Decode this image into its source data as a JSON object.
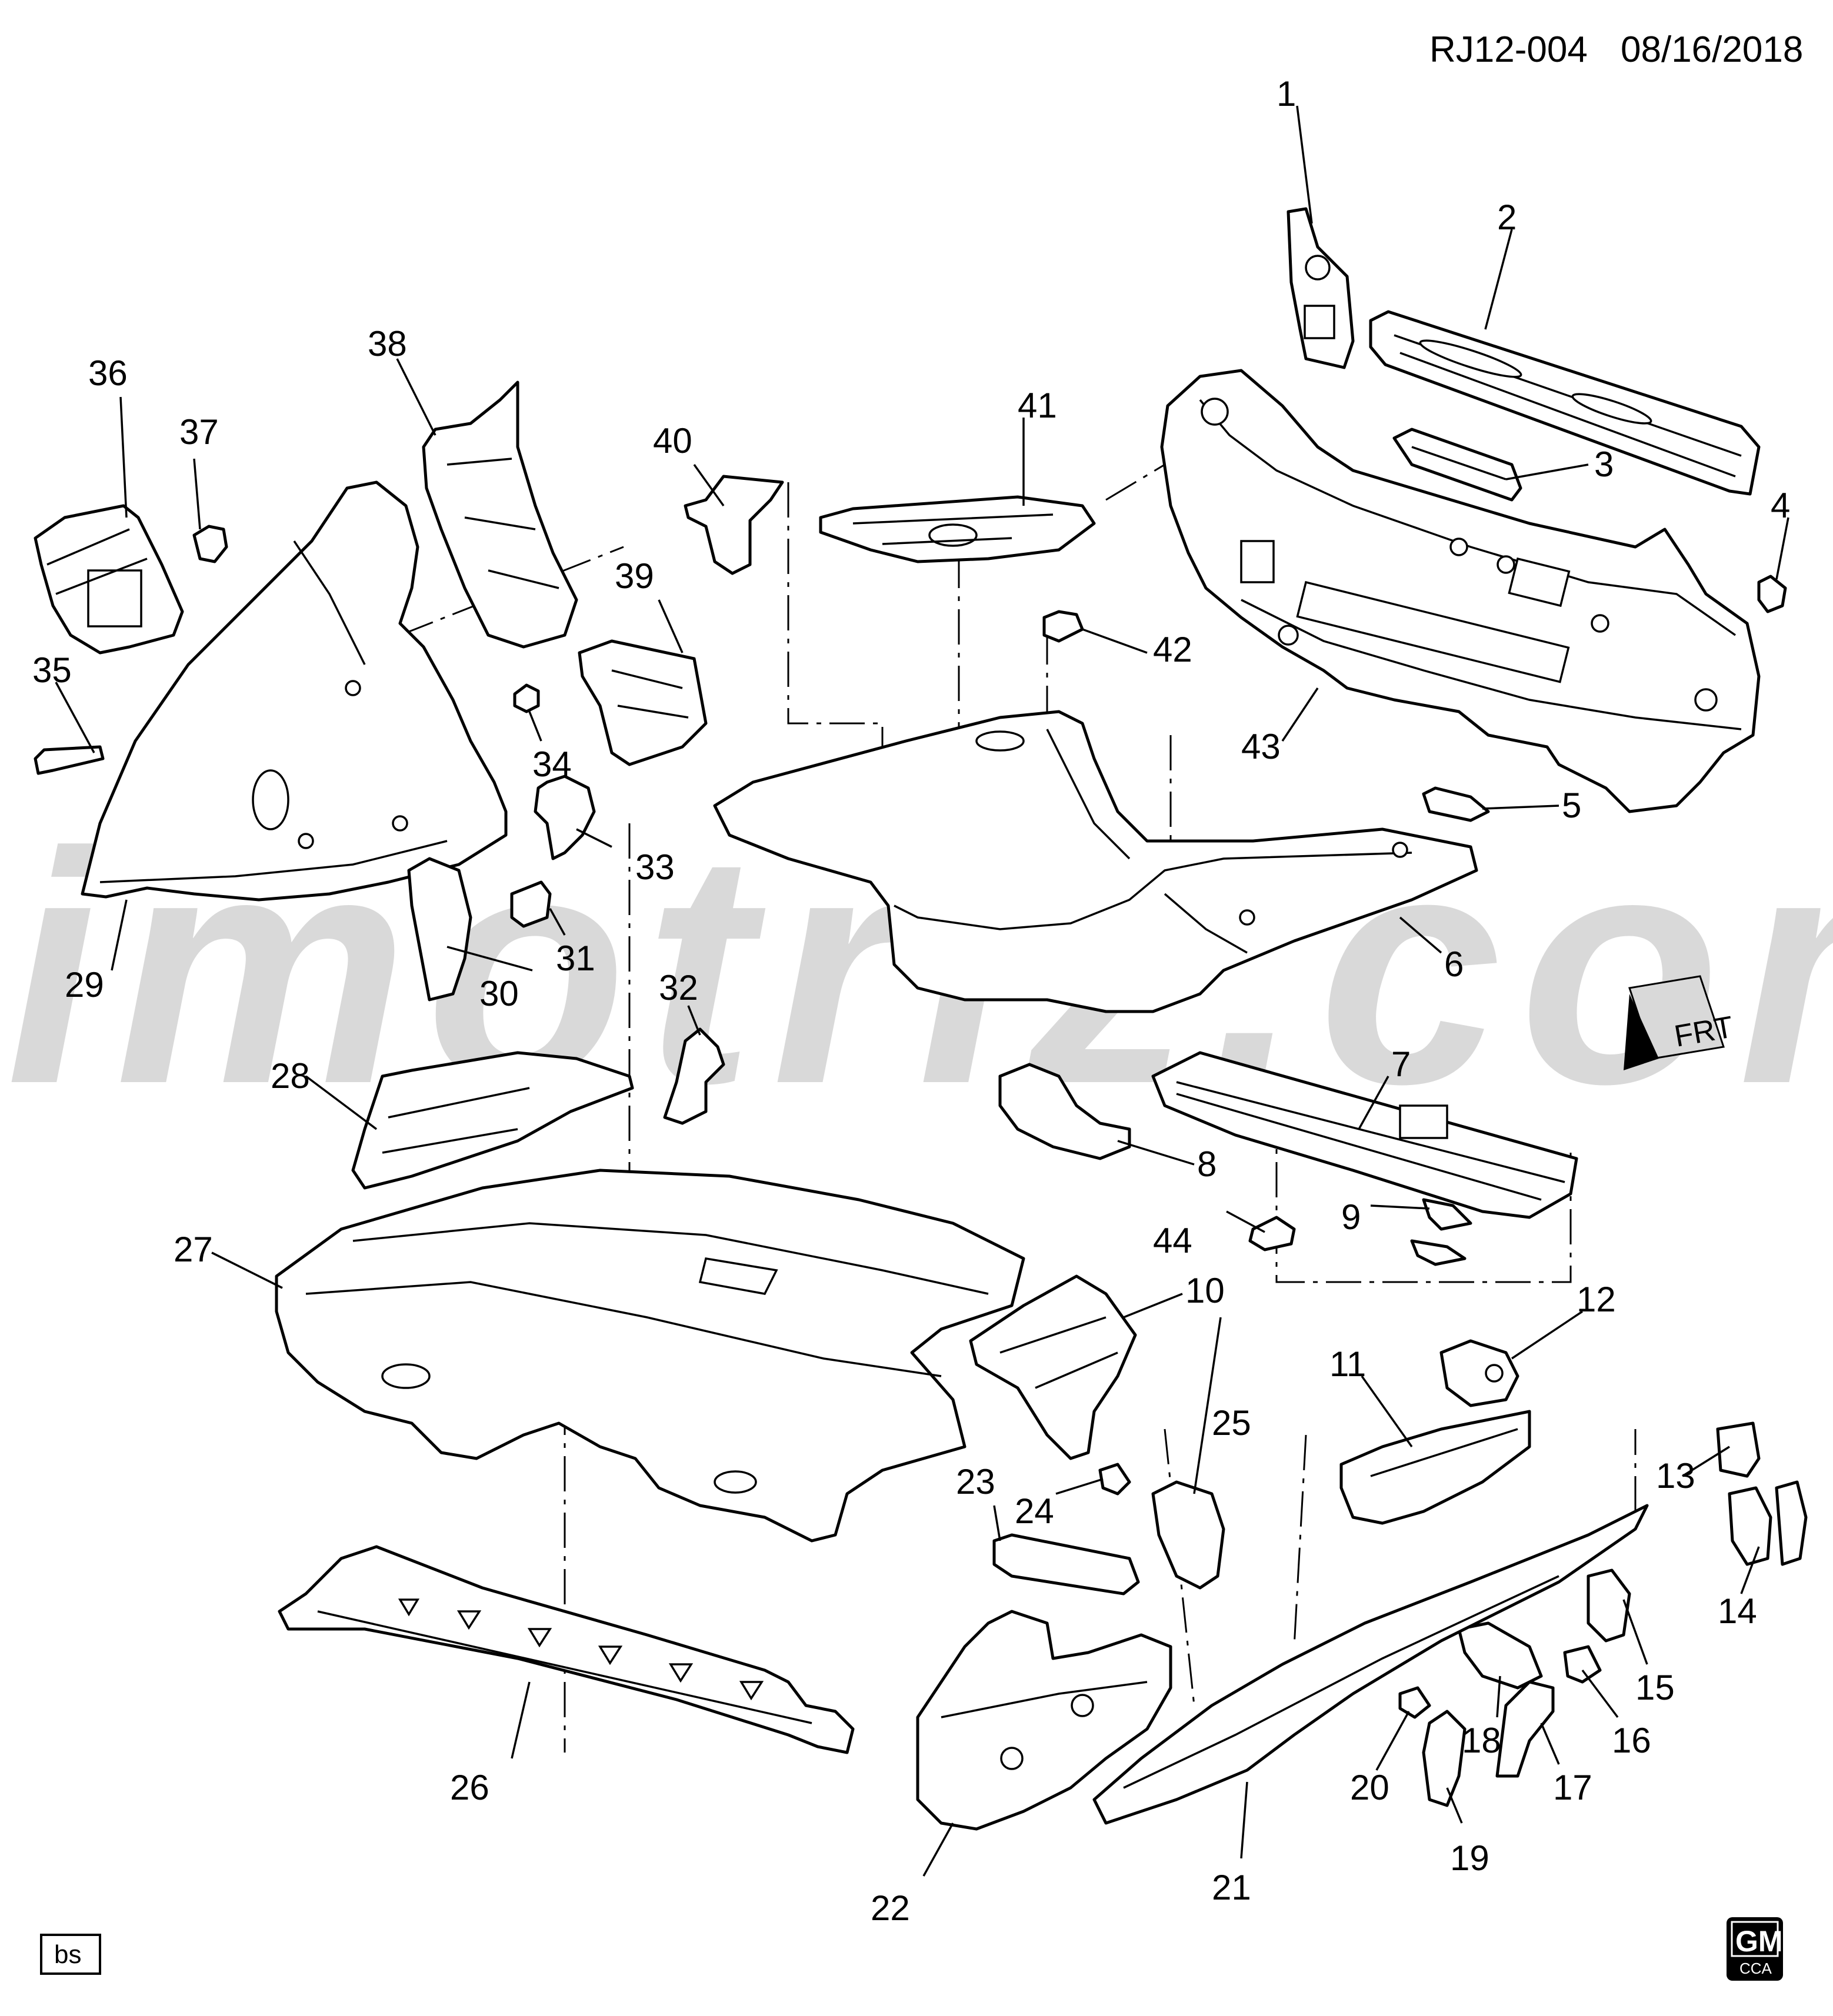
{
  "header": {
    "reference_code": "RJ12-004",
    "date": "08/16/2018"
  },
  "watermark": {
    "text": "imotriz.com"
  },
  "orientation": {
    "label": "FRT",
    "icon": "front-direction-arrow-icon"
  },
  "artist_code": "bs",
  "logo": {
    "text": "GM",
    "subtext": "CCA"
  },
  "callouts": [
    "1",
    "2",
    "3",
    "4",
    "5",
    "6",
    "7",
    "8",
    "9",
    "10",
    "11",
    "12",
    "13",
    "14",
    "15",
    "16",
    "17",
    "18",
    "19",
    "20",
    "21",
    "22",
    "23",
    "24",
    "25",
    "26",
    "27",
    "28",
    "29",
    "30",
    "31",
    "32",
    "33",
    "34",
    "35",
    "36",
    "37",
    "38",
    "39",
    "40",
    "41",
    "42",
    "43",
    "44"
  ],
  "colors": {
    "line": "#000000",
    "watermark": "#b9b9b9",
    "background": "#ffffff"
  }
}
